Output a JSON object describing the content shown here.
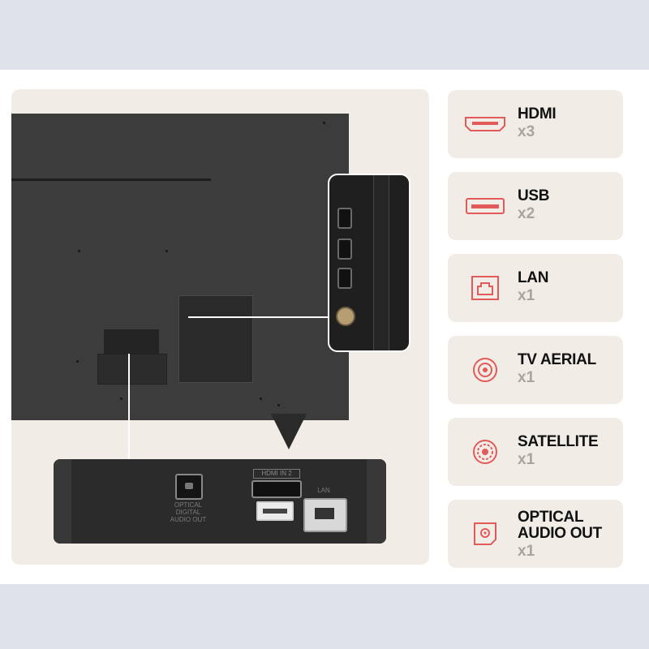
{
  "diagram": {
    "optical_label": "OPTICAL DIGITAL AUDIO OUT",
    "hdmi_label": "HDMI IN 2",
    "lan_label": "LAN"
  },
  "features": [
    {
      "name": "HDMI",
      "count": "x3",
      "icon": "hdmi-icon"
    },
    {
      "name": "USB",
      "count": "x2",
      "icon": "usb-icon"
    },
    {
      "name": "LAN",
      "count": "x1",
      "icon": "lan-icon"
    },
    {
      "name": "TV AERIAL",
      "count": "x1",
      "icon": "tv-aerial-icon"
    },
    {
      "name": "SATELLITE",
      "count": "x1",
      "icon": "satellite-icon"
    },
    {
      "name": "OPTICAL AUDIO OUT",
      "count": "x1",
      "icon": "optical-audio-icon"
    }
  ],
  "colors": {
    "accent": "#e35a5a",
    "card_bg": "#f1ede6",
    "count_text": "#a8a49f"
  }
}
